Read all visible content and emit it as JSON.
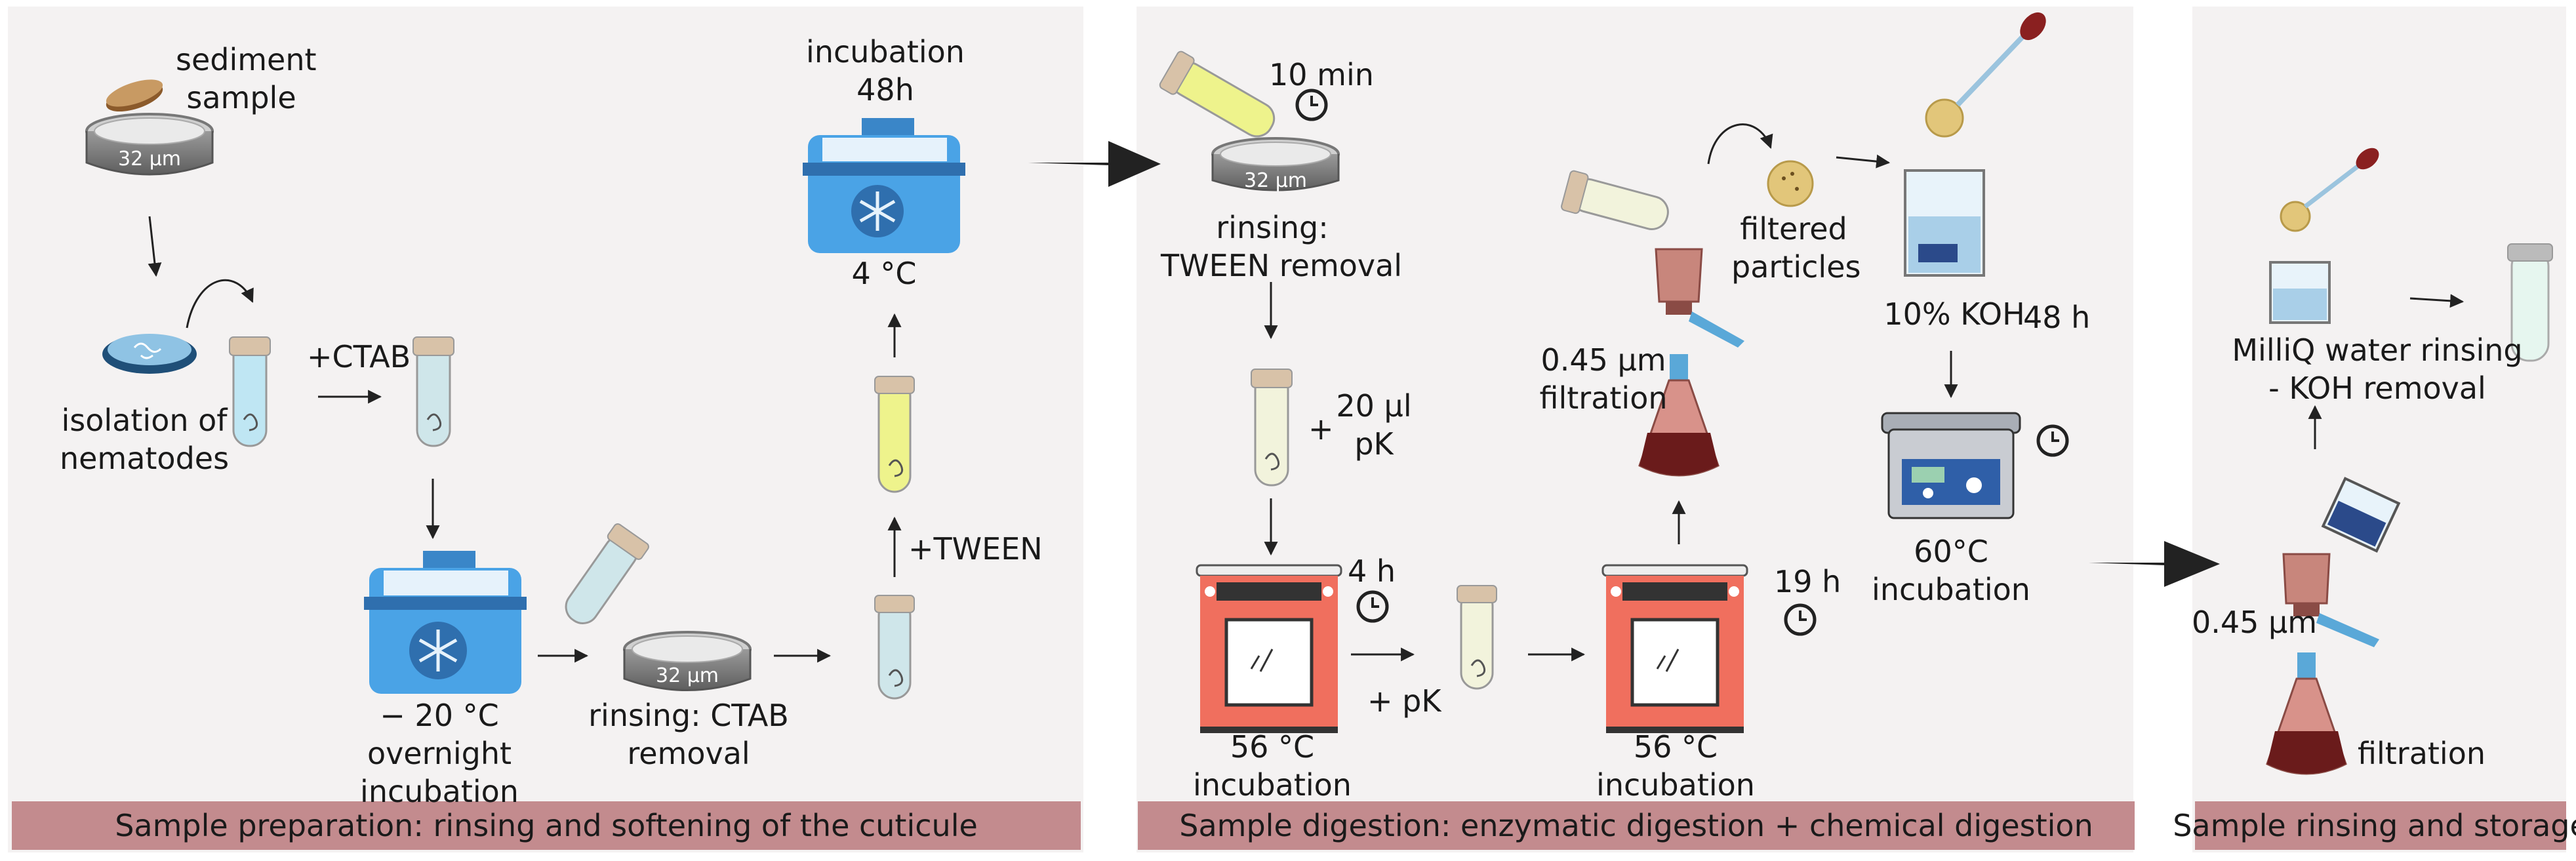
{
  "panels": [
    {
      "banner": "Sample preparation: rinsing and softening of the cuticule"
    },
    {
      "banner": "Sample digestion: enzymatic digestion + chemical digestion"
    },
    {
      "banner": "Sample rinsing and storage"
    }
  ],
  "labels": {
    "sediment_sample": [
      "sediment",
      "sample"
    ],
    "sieve_mesh": "32 µm",
    "isolation": [
      "isolation of",
      "nematodes"
    ],
    "ctab": "+CTAB",
    "freeze": [
      "− 20 °C",
      "overnight",
      "incubation"
    ],
    "rinsing_ctab": [
      "rinsing: CTAB",
      "removal"
    ],
    "tween": "+TWEEN",
    "incubation_48h": [
      "incubation",
      "48h"
    ],
    "four_c": "4 °C",
    "ten_min": "10 min",
    "rinsing_tween": [
      "rinsing:",
      "TWEEN removal"
    ],
    "pk_20": [
      "20 µl",
      "pK"
    ],
    "plus": "+",
    "four_h": "4 h",
    "plus_pk": "+ pK",
    "incubation_56_a": [
      "56 °C",
      "incubation"
    ],
    "incubation_56_b": [
      "56 °C",
      "incubation"
    ],
    "nineteen_h": "19 h",
    "filtration_045": [
      "0.45 µm",
      "filtration"
    ],
    "filtered_particles": [
      "filtered",
      "particles"
    ],
    "koh": "10% KOH",
    "forty_eight_h": "48 h",
    "incubation_60": [
      "60°C",
      "incubation"
    ],
    "milliq": [
      "MilliQ water rinsing",
      "- KOH removal"
    ],
    "mesh_045": "0.45 µm",
    "filtration": "filtration"
  },
  "colors": {
    "panel_bg": "#f4f2f2",
    "banner": "#c38b8e",
    "fridge_blue": "#4aa3e6",
    "oven_red": "#f06f5e",
    "tube_blue": "#bfe6f3",
    "tube_yellow": "#eef38c",
    "sonicator_blue": "#2f5fa8",
    "flask_liquid": "#6a1b1b"
  }
}
